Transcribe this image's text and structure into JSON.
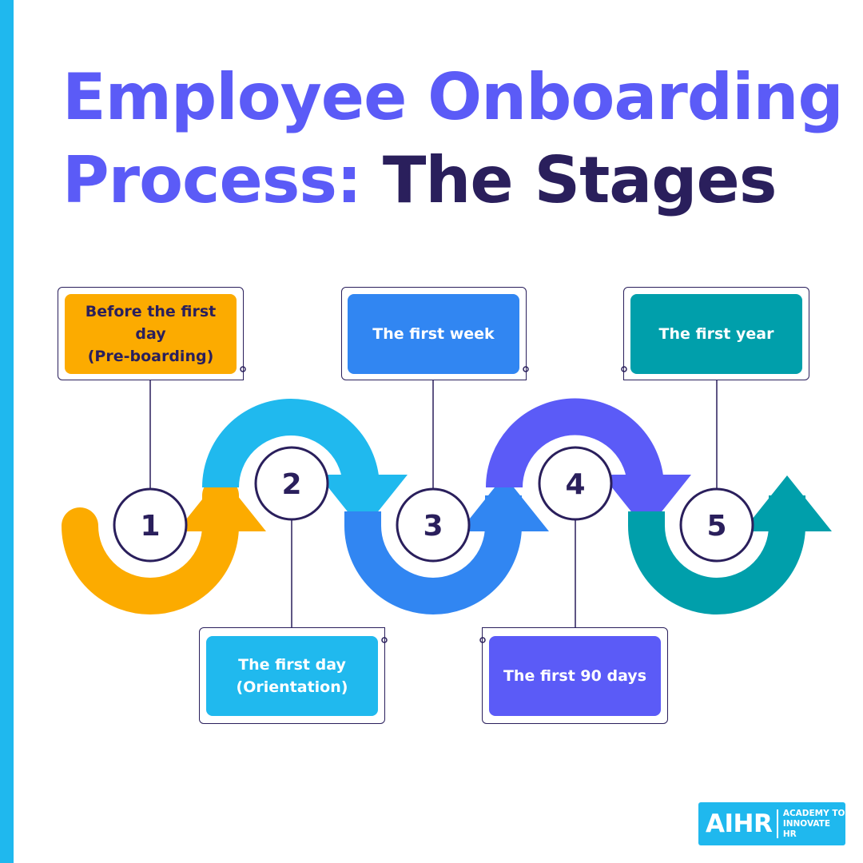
{
  "title": {
    "line1": "Employee Onboarding",
    "line2_part1": "Process: ",
    "line2_part2": "The Stages"
  },
  "stages": [
    {
      "number": "1",
      "label": "Before the first day\n(Pre-boarding)"
    },
    {
      "number": "2",
      "label": "The first day\n(Orientation)"
    },
    {
      "number": "3",
      "label": "The first week"
    },
    {
      "number": "4",
      "label": "The first 90 days"
    },
    {
      "number": "5",
      "label": "The first year"
    }
  ],
  "logo": {
    "mark": "AIHR",
    "tagline": "ACADEMY TO\nINNOVATE HR"
  },
  "colors": {
    "accent_blue": "#1fb8ee",
    "title_purple": "#5b5bf7",
    "title_dark": "#2a1f5c",
    "stage1": "#fcab00",
    "stage2": "#20b9ee",
    "stage3": "#3186f2",
    "stage4": "#5b5bf7",
    "stage5": "#009fab",
    "ring_stroke": "#2a1f5c"
  }
}
